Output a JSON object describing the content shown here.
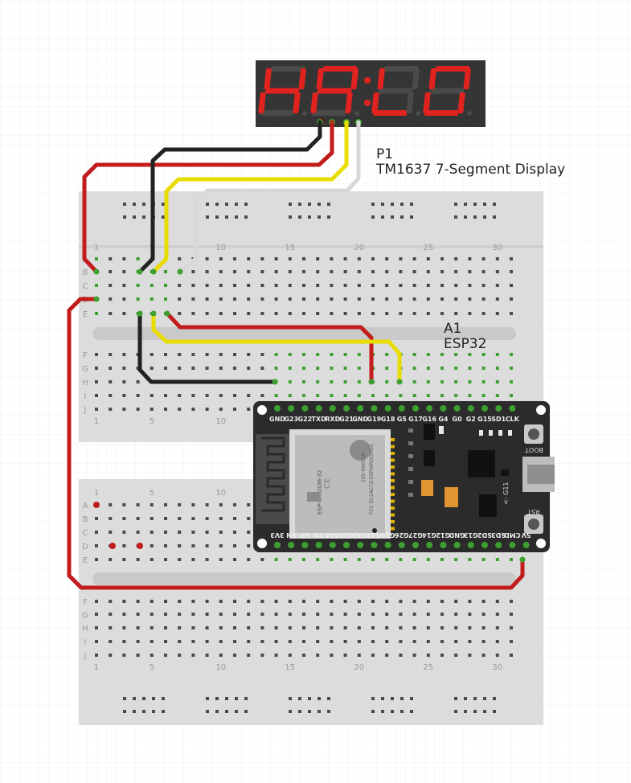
{
  "display": {
    "ref": "P1",
    "name": "TM1637 7-Segment Display",
    "digits_text": "HALO",
    "segment_on_color": "#e0231f",
    "segment_off_color": "#4a4a4a",
    "body_color": "#353535"
  },
  "board": {
    "ref": "A1",
    "name": "ESP32",
    "module_label": "ESP-WROOM-32",
    "fcc_label": "FCC ID:2AC7Z-ESPWROOM32",
    "code_label": "205-000519",
    "boot_label": "BOOT",
    "rst_label": "RST",
    "g11_label": "<- G11",
    "top_pins": [
      "GND",
      "G23",
      "G22",
      "TXD",
      "RXD",
      "G21",
      "GND",
      "G19",
      "G18",
      "G5",
      "G17",
      "G16",
      "G4",
      "G0",
      "G2",
      "G15",
      "SD1",
      "CLK"
    ],
    "bottom_pins": [
      "3V3",
      "EN",
      "SP",
      "SN",
      "G34",
      "G35",
      "G32",
      "G33",
      "G25",
      "G26",
      "G27",
      "G14",
      "G12",
      "GND",
      "G13",
      "SD2",
      "SD3",
      "CMD",
      "5V"
    ]
  },
  "breadboard": {
    "columns": [
      "1",
      "5",
      "10",
      "15",
      "20",
      "25",
      "30"
    ],
    "rows_top": [
      "A",
      "B",
      "C",
      "D",
      "E"
    ],
    "rows_bottom": [
      "F",
      "G",
      "H",
      "I",
      "J"
    ]
  },
  "wire_colors": {
    "vcc": "#c21c1c",
    "gnd": "#222222",
    "dio": "#e8dc00",
    "clk": "#d8d8d8"
  }
}
